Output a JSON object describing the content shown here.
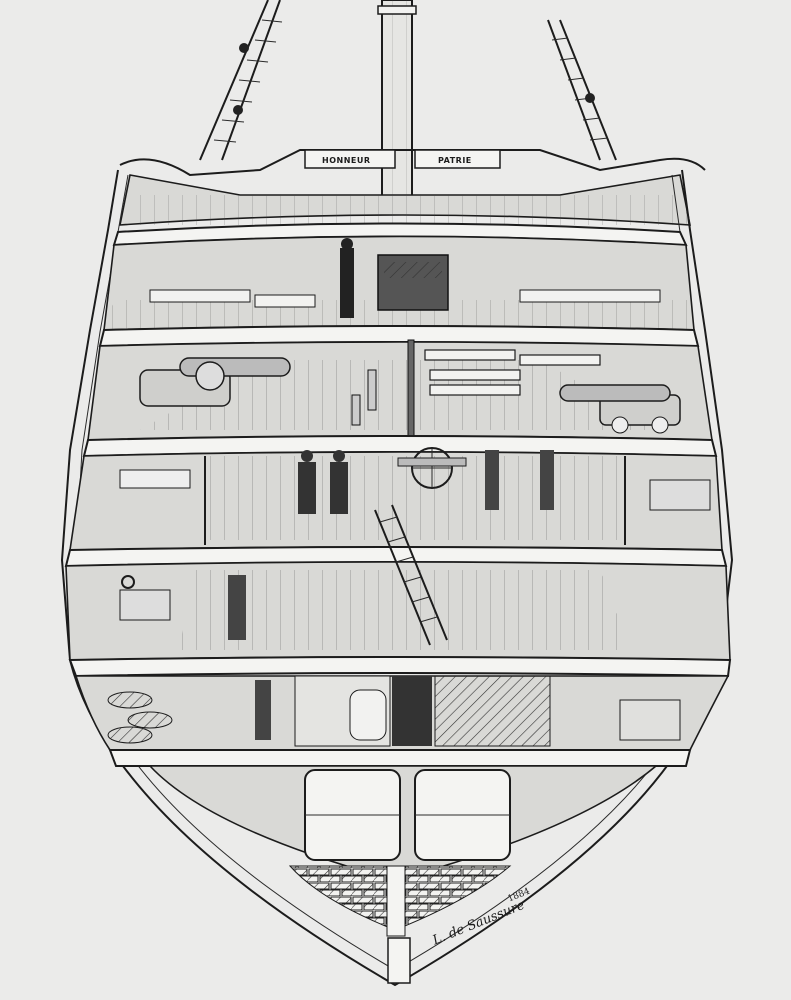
{
  "illustration": {
    "subject": "Cutaway cross-section of a ship showing decks",
    "signs": {
      "left": "HONNEUR",
      "right": "PATRIE"
    },
    "signature": {
      "name": "L. de Saussure",
      "year": "1884"
    }
  },
  "colors": {
    "paper": "#ebebea",
    "ink": "#1c1c1c"
  }
}
